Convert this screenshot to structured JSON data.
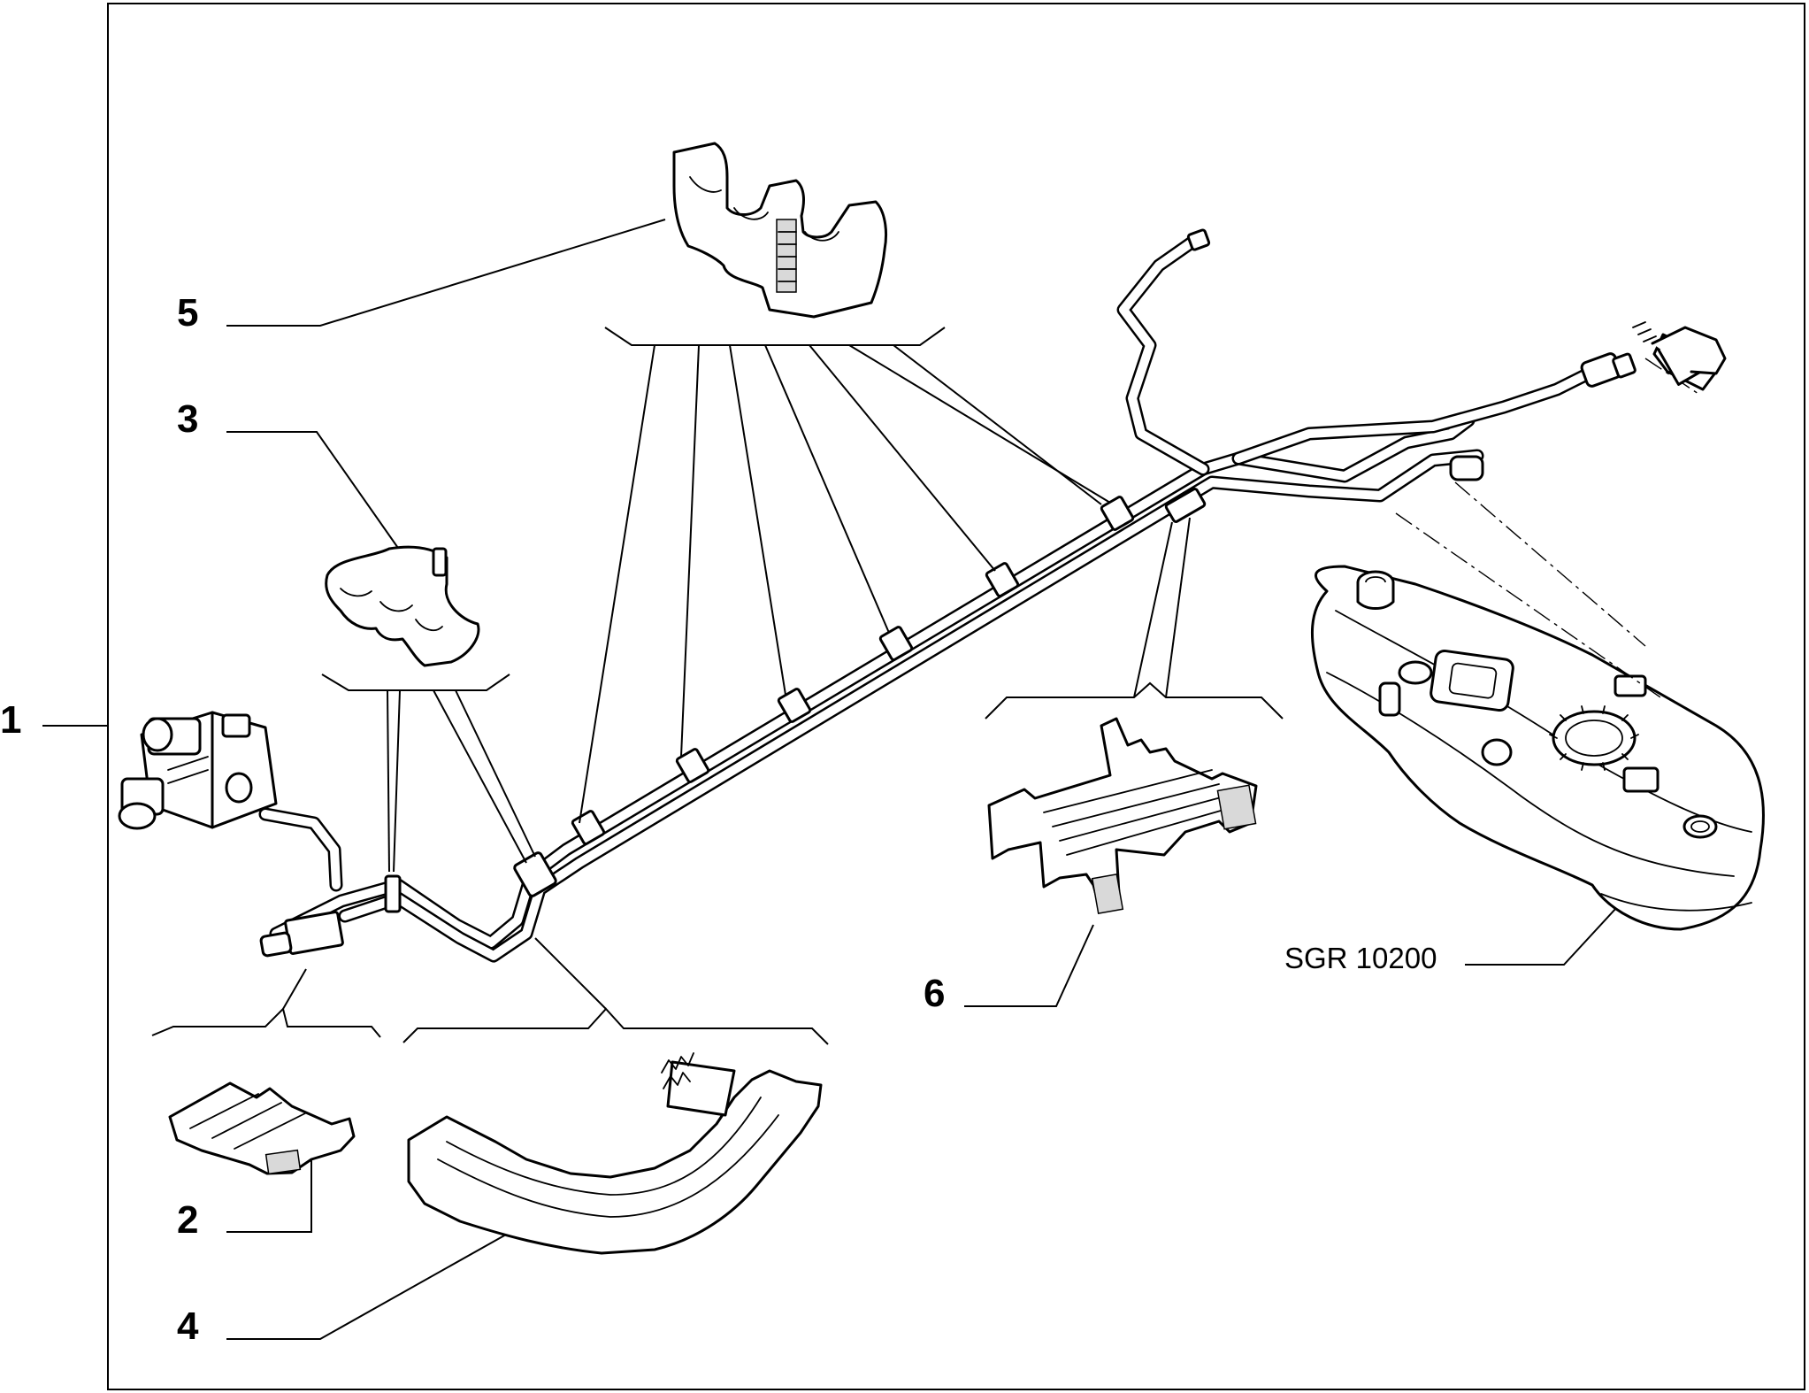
{
  "callouts": [
    {
      "id": "1",
      "label": "1"
    },
    {
      "id": "2",
      "label": "2"
    },
    {
      "id": "3",
      "label": "3"
    },
    {
      "id": "4",
      "label": "4"
    },
    {
      "id": "5",
      "label": "5"
    },
    {
      "id": "6",
      "label": "6"
    }
  ],
  "drawing_code": "SGR 10200"
}
